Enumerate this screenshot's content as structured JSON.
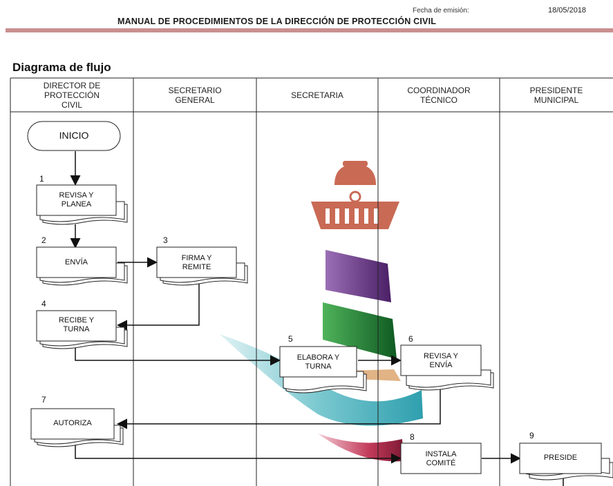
{
  "header": {
    "issue_label": "Fecha de emisión:",
    "issue_date": "18/05/2018",
    "manual_title": "MANUAL DE PROCEDIMIENTOS DE LA DIRECCIÓN DE PROTECCIÓN CIVIL"
  },
  "section_title": "Diagrama de flujo",
  "lanes": [
    {
      "line1": "DIRECTOR DE",
      "line2": "PROTECCIÓN",
      "line3": "CIVIL"
    },
    {
      "line1": "SECRETARIO",
      "line2": "GENERAL",
      "line3": ""
    },
    {
      "line1": "SECRETARIA",
      "line2": "",
      "line3": ""
    },
    {
      "line1": "COORDINADOR",
      "line2": "TÉCNICO",
      "line3": ""
    },
    {
      "line1": "PRESIDENTE",
      "line2": "MUNICIPAL",
      "line3": ""
    }
  ],
  "terminator": "INICIO",
  "steps": [
    {
      "num": "1",
      "line1": "REVISA Y",
      "line2": "PLANEA"
    },
    {
      "num": "2",
      "line1": "ENVÍA",
      "line2": ""
    },
    {
      "num": "3",
      "line1": "FIRMA Y",
      "line2": "REMITE"
    },
    {
      "num": "4",
      "line1": "RECIBE Y",
      "line2": "TURNA"
    },
    {
      "num": "5",
      "line1": "ELABORA Y",
      "line2": "TURNA"
    },
    {
      "num": "6",
      "line1": "REVISA Y",
      "line2": "ENVÍA"
    },
    {
      "num": "7",
      "line1": "AUTORIZA",
      "line2": ""
    },
    {
      "num": "8",
      "line1": "INSTALA",
      "line2": "COMITÉ"
    },
    {
      "num": "9",
      "line1": "PRESIDE",
      "line2": ""
    }
  ],
  "watermark": {
    "icon": "lighthouse-logo-icon",
    "colors": [
      "#c96a55",
      "#7b3f8f",
      "#2e8b3a",
      "#5fb8c4",
      "#c23a5a",
      "#c98a50"
    ]
  }
}
